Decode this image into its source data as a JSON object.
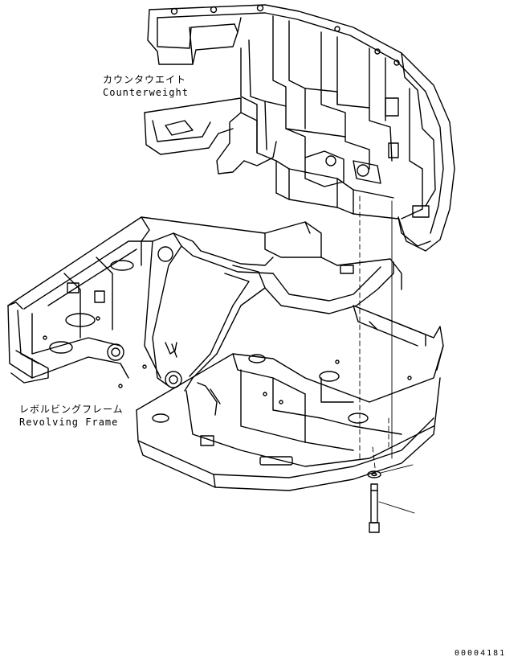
{
  "labels": {
    "counterweight_jp": "カウンタウエイト",
    "counterweight_en": "Counterweight",
    "frame_jp": "レボルビングフレーム",
    "frame_en": "Revolving Frame"
  },
  "document_number": "00004181"
}
